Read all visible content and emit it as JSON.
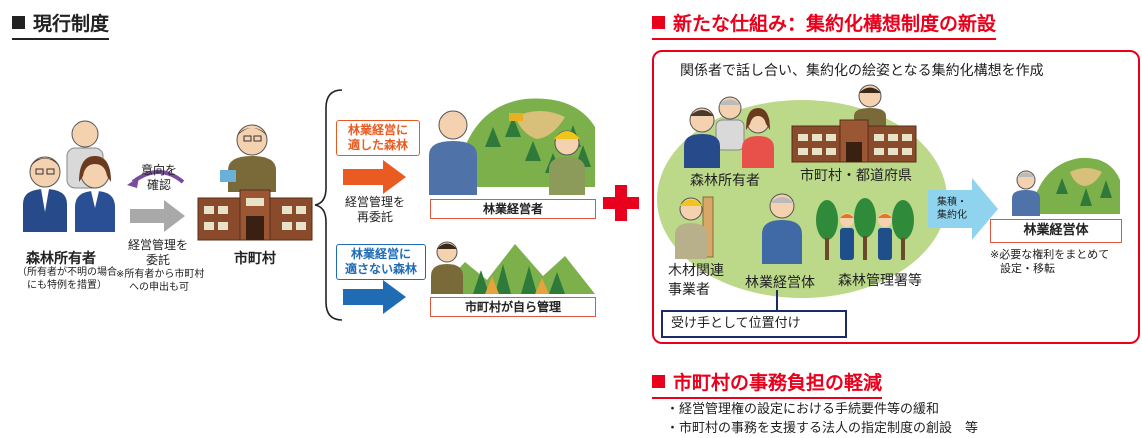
{
  "current": {
    "title": "現行制度",
    "owner_label": "森林所有者",
    "owner_note_1": "（所有者が不明の場合",
    "owner_note_2": "にも特例を措置）",
    "intent_1": "意向を",
    "intent_2": "確認",
    "entrust_1": "経営管理を",
    "entrust_2": "委託",
    "entrust_note_1": "※所有者から市町村",
    "entrust_note_2": "への申出も可",
    "municipality_label": "市町村",
    "reentrust_1": "経営管理を",
    "reentrust_2": "再委託",
    "suitable_1": "林業経営に",
    "suitable_2": "適した森林",
    "unsuitable_1": "林業経営に",
    "unsuitable_2": "適さない森林",
    "forester_box": "林業経営者",
    "self_manage_box": "市町村が自ら管理"
  },
  "new_system": {
    "title": "新たな仕組み：集約化構想制度の新設",
    "intro": "関係者で話し合い、集約化の絵姿となる集約化構想を作成",
    "owners_label": "森林所有者",
    "municipality_label": "市町村・都道府県",
    "timber_label_1": "木材関連",
    "timber_label_2": "事業者",
    "forester_label": "林業経営体",
    "forest_office_label": "森林管理署等",
    "arrow_label_1": "集積・",
    "arrow_label_2": "集約化",
    "result_box": "林業経営体",
    "result_note_1": "※必要な権利をまとめて",
    "result_note_2": "設定・移転",
    "receiver_box": "受け手として位置付け"
  },
  "burden": {
    "title": "市町村の事務負担の軽減",
    "items": [
      "・経営管理権の設定における手続要件等の緩和",
      "・市町村の事務を支援する法人の指定制度の創設　等"
    ]
  },
  "colors": {
    "red": "#e8001c",
    "orange": "#ea5b22",
    "blue": "#1f6cb5",
    "green_ellipse": "#bcd98a",
    "gray_arrow": "#a9a9a9",
    "light_blue_arrow": "#8fd3ef",
    "navy_box": "#1b2a6b"
  }
}
